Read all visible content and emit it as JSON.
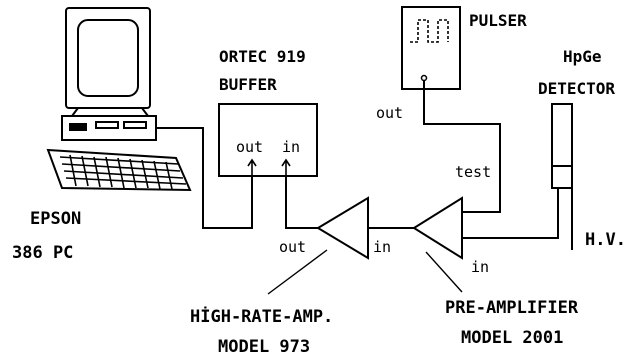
{
  "labels": {
    "computer": {
      "line1": "EPSON",
      "line2": "386 PC"
    },
    "buffer": {
      "line1": "ORTEC 919",
      "line2": "BUFFER",
      "out": "out",
      "in": "in"
    },
    "pulser": {
      "title": "PULSER",
      "out": "out"
    },
    "detector": {
      "line1": "HpGe",
      "line2": "DETECTOR"
    },
    "hv": "H.V.",
    "amp": {
      "out": "out",
      "in": "in",
      "line1": "HİGH-RATE-AMP.",
      "line2": "MODEL 973"
    },
    "preamp": {
      "test": "test",
      "in": "in",
      "line1": "PRE-AMPLIFIER",
      "line2": "MODEL 2001"
    }
  },
  "icons": {
    "computer": "desktop-computer-icon",
    "pulser_wave": "square-wave-icon",
    "amplifier": "triangle-amplifier-symbol",
    "preamplifier": "triangle-amplifier-symbol",
    "detector": "cylindrical-detector"
  }
}
